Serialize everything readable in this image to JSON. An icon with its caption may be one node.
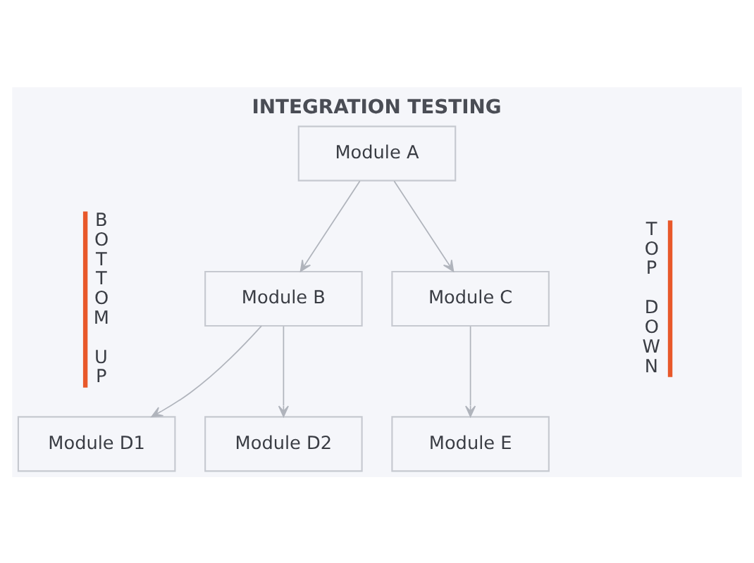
{
  "diagram": {
    "title": "INTEGRATION TESTING",
    "nodes": [
      {
        "text": [
          "Module A"
        ]
      },
      {
        "text": [
          "Module B"
        ]
      },
      {
        "text": [
          "Module C"
        ]
      },
      {
        "text": [
          "Module D1"
        ]
      },
      {
        "text": [
          "Module D2"
        ]
      },
      {
        "text": [
          "Module E"
        ]
      }
    ],
    "edges": [
      {
        "from": 0,
        "to": 1,
        "arrow": "to"
      },
      {
        "from": 0,
        "to": 2,
        "arrow": "to"
      },
      {
        "from": 1,
        "to": 3,
        "arrow": "to"
      },
      {
        "from": 1,
        "to": 4,
        "arrow": "to"
      },
      {
        "from": 2,
        "to": 5,
        "arrow": "to"
      }
    ],
    "labels": [
      "BOTTOM UP",
      "TOP DOWN"
    ]
  }
}
